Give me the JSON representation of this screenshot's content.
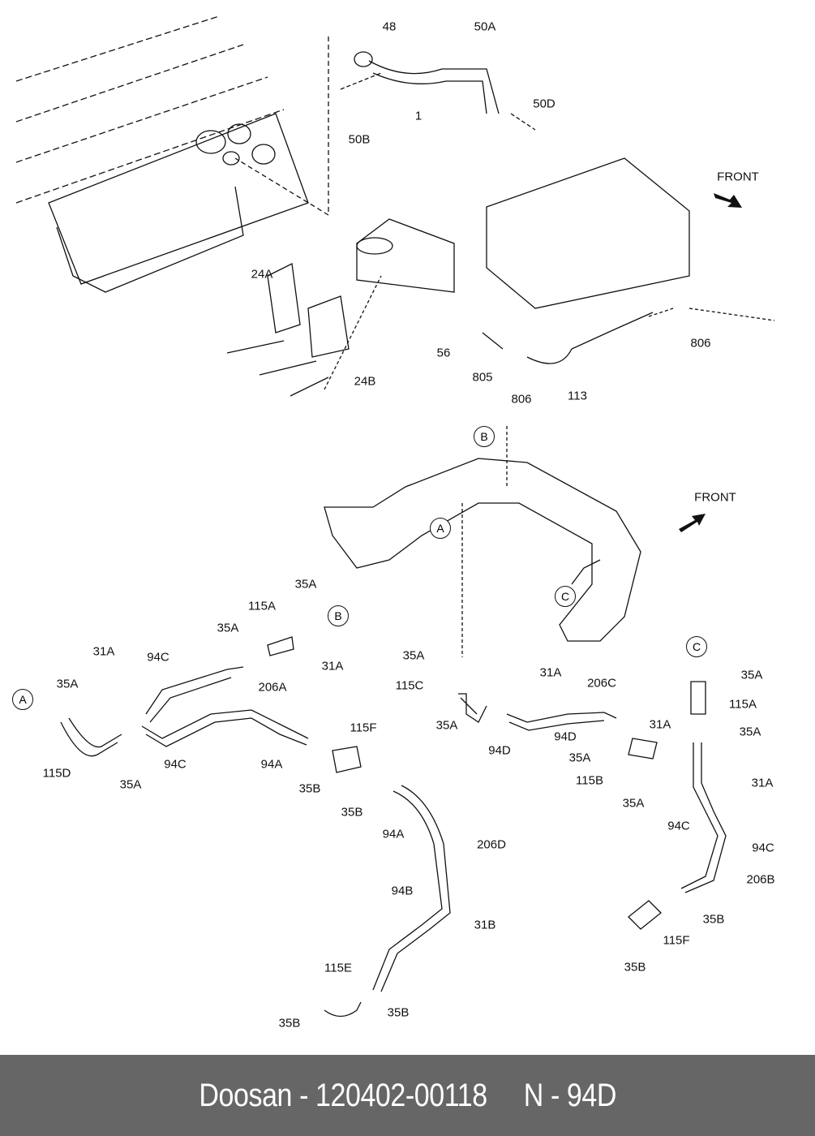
{
  "diagram": {
    "front_labels": [
      "FRONT",
      "FRONT"
    ],
    "callouts": [
      "A",
      "B",
      "C",
      "A",
      "B",
      "C"
    ],
    "part_labels": [
      "48",
      "50A",
      "1",
      "50B",
      "50D",
      "24A",
      "56",
      "24B",
      "805",
      "806",
      "113",
      "806",
      "35A",
      "115A",
      "35A",
      "31A",
      "94C",
      "35A",
      "206A",
      "31A",
      "115F",
      "115D",
      "35A",
      "94C",
      "94A",
      "35B",
      "35B",
      "94A",
      "206D",
      "94B",
      "31B",
      "115E",
      "35B",
      "35B",
      "35A",
      "115C",
      "35A",
      "31A",
      "206C",
      "94D",
      "94D",
      "31A",
      "35A",
      "115B",
      "35A",
      "35A",
      "115A",
      "35A",
      "31A",
      "94C",
      "94C",
      "206B",
      "35B",
      "115F",
      "35B"
    ]
  },
  "banner": {
    "brand": "Doosan",
    "part_number": "120402-00118",
    "ref": "N - 94D",
    "background": "#666666",
    "text_color": "#ffffff"
  }
}
